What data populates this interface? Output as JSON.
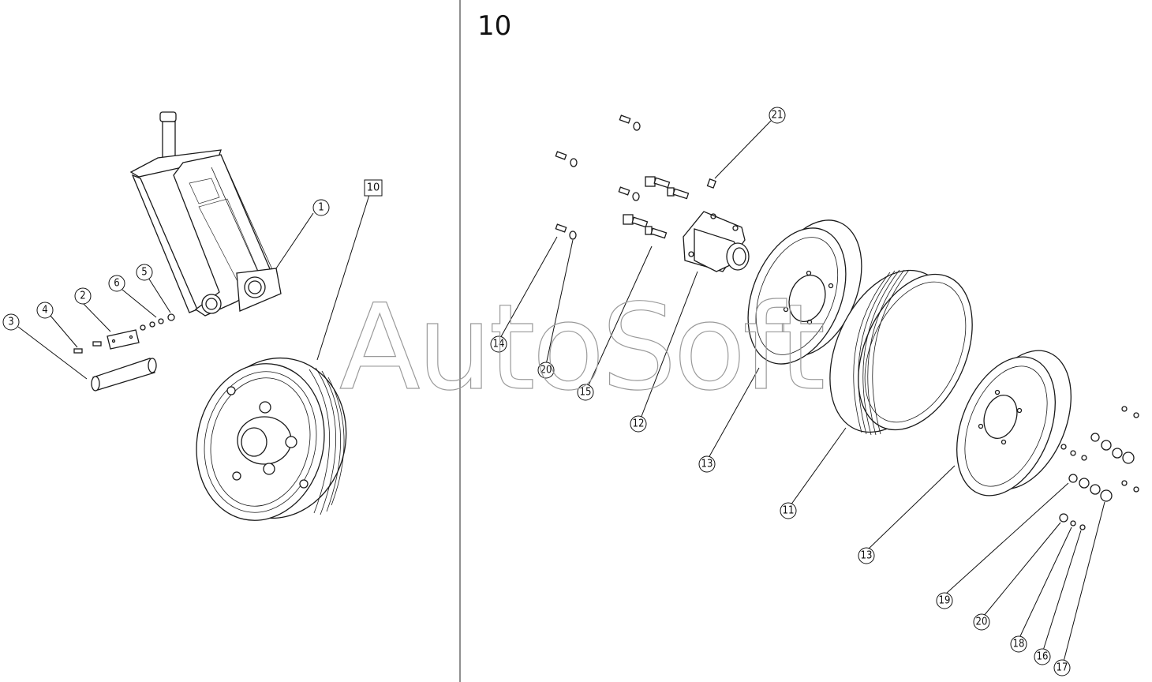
{
  "sheet_number": "10",
  "watermark": "AutoSoft",
  "assembly_callout": "10",
  "left_view_callouts": {
    "c1": "1",
    "c2": "2",
    "c3": "3",
    "c4": "4",
    "c5": "5",
    "c6": "6"
  },
  "right_view_callouts": {
    "c11": "11",
    "c12": "12",
    "c13a": "13",
    "c13b": "13",
    "c14": "14",
    "c15": "15",
    "c16": "16",
    "c17": "17",
    "c18": "18",
    "c19": "19",
    "c20a": "20",
    "c20b": "20",
    "c21": "21"
  }
}
